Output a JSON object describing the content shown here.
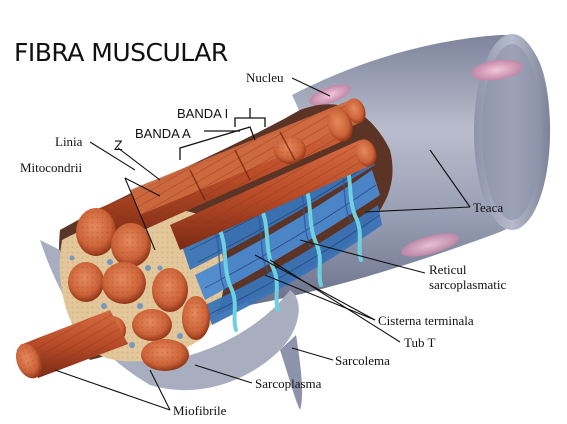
{
  "diagram": {
    "title": "FIBRA MUSCULAR",
    "labels": {
      "nucleu": "Nucleu",
      "banda_i": "BANDA I",
      "banda_a": "BANDA A",
      "linia": "Linia",
      "z": "Z",
      "mitocondrii": "Mitocondrii",
      "teaca": "Teaca",
      "reticul_line1": "Reticul",
      "reticul_line2": "sarcoplasmatic",
      "cisterna": "Cisterna terminala",
      "tub_t": "Tub T",
      "sarcolema": "Sarcolema",
      "sarcoplasma": "Sarcoplasma",
      "miofibrile": "Miofibrile"
    },
    "colors": {
      "sheath": "#8c93aa",
      "sheath_light": "#c5c9d6",
      "nucleus": "#d9a4c0",
      "myofibril": "#c2532e",
      "myofibril_dark": "#7a2a14",
      "reticulum": "#3f7fc4",
      "t_tubule": "#63c6d8",
      "sarcoplasm": "#e2c79a"
    }
  }
}
